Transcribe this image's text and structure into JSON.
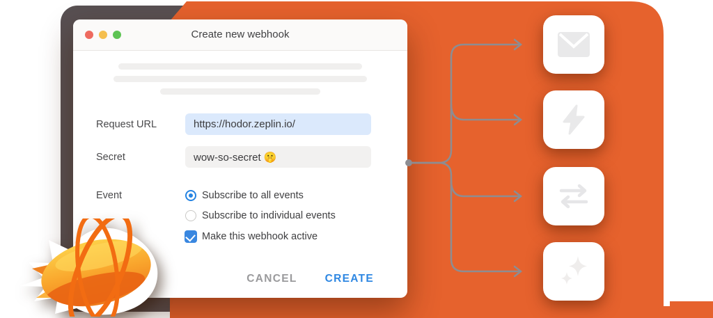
{
  "dialog": {
    "title": "Create new webhook",
    "fields": {
      "request_url": {
        "label": "Request URL",
        "value": "https://hodor.zeplin.io/"
      },
      "secret": {
        "label": "Secret",
        "value": "wow-so-secret 🤫"
      },
      "event": {
        "label": "Event",
        "options": [
          {
            "label": "Subscribe to all events",
            "selected": true
          },
          {
            "label": "Subscribe to individual events",
            "selected": false
          }
        ],
        "checkbox": {
          "label": "Make this webhook active",
          "checked": true
        }
      }
    },
    "buttons": {
      "cancel": "CANCEL",
      "create": "CREATE"
    }
  },
  "icon_cards": [
    {
      "name": "mail"
    },
    {
      "name": "lightning"
    },
    {
      "name": "transfer-arrows"
    },
    {
      "name": "sparkles"
    }
  ],
  "logo": {
    "name": "zeplin-blimp"
  },
  "colors": {
    "orange": "#e6622d",
    "accent_blue": "#2e87e2",
    "input_blue": "#dbe9fc",
    "line_gray": "#8d8d92",
    "window_gray": "#585052"
  }
}
